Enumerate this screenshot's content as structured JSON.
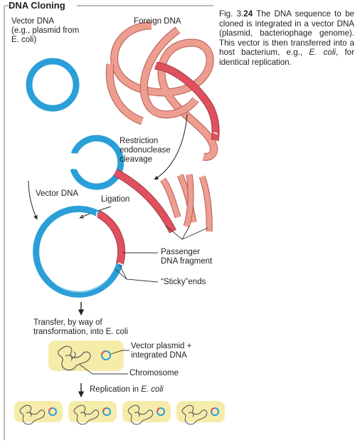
{
  "title": "DNA Cloning",
  "labels": {
    "vector_dna": "Vector DNA",
    "vector_dna_example_1": "(e.g., plasmid from",
    "vector_dna_example_2": "E. coli)",
    "foreign_dna": "Foreign DNA",
    "restriction_1": "Restriction",
    "restriction_2": "endonuclease",
    "restriction_3": "cleavage",
    "vector_dna_2": "Vector DNA",
    "ligation": "Ligation",
    "passenger_1": "Passenger",
    "passenger_2": "DNA fragment",
    "sticky_ends": "“Sticky”ends",
    "transfer_1": "Transfer, by way of",
    "transfer_2": "transformation, into E. coli",
    "plasmid_integrated_1": "Vector plasmid +",
    "plasmid_integrated_2": "integrated DNA",
    "chromosome": "Chromosome",
    "replication_prefix": "Replication in ",
    "replication_organism": "E. coli"
  },
  "caption": {
    "figure_number_prefix": "Fig. 3.",
    "figure_number_bold": "24",
    "text_1": "  The DNA sequence to be cloned is integrated in a vector DNA (plasmid, bacteriophage genome). This vector is then transferred into a host bacterium, e.g., ",
    "text_italic": "E. coli",
    "text_2": ", for identical replication."
  },
  "colors": {
    "vector_blue": "#2a9fd8",
    "foreign_red": "#e0505e",
    "foreign_pink": "#ee9e90",
    "cell_fill": "#f6ecaa",
    "chromosome": "#5a5a5a"
  }
}
